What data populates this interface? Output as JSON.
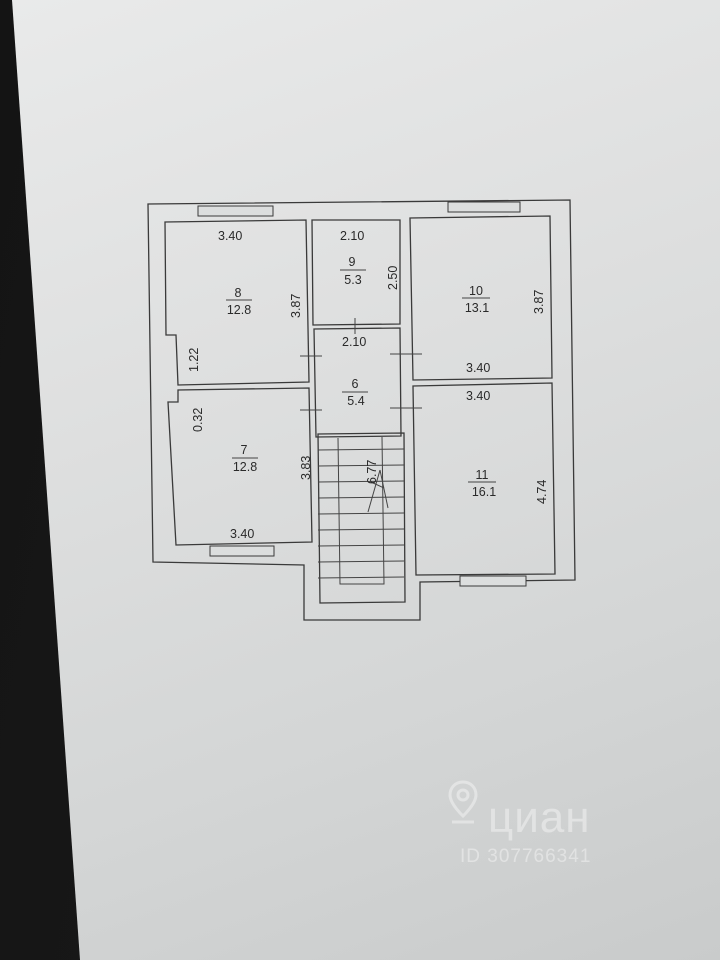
{
  "rooms": [
    {
      "id": "room-8",
      "number": "8",
      "area": "12.8"
    },
    {
      "id": "room-9",
      "number": "9",
      "area": "5.3"
    },
    {
      "id": "room-10",
      "number": "10",
      "area": "13.1"
    },
    {
      "id": "room-6",
      "number": "6",
      "area": "5.4"
    },
    {
      "id": "room-7",
      "number": "7",
      "area": "12.8"
    },
    {
      "id": "room-11",
      "number": "11",
      "area": "16.1"
    }
  ],
  "dimensions": {
    "room8_top": "3.40",
    "room8_right": "3.87",
    "room8_left": "1.22",
    "room9_top": "2.10",
    "room9_right": "2.50",
    "room10_right": "3.87",
    "room10_bottom": "3.40",
    "room6_top": "2.10",
    "room11_top": "3.40",
    "room11_right": "4.74",
    "room7_left": "0.32",
    "room7_right": "3.83",
    "room7_bottom": "3.40",
    "stair": "6.77"
  },
  "watermark": {
    "brand": "циан",
    "id_text": "ID 307766341"
  },
  "colors": {
    "paper": "#dfe0e0",
    "ink": "#2a2a2a",
    "background": "#1a1a1a"
  }
}
